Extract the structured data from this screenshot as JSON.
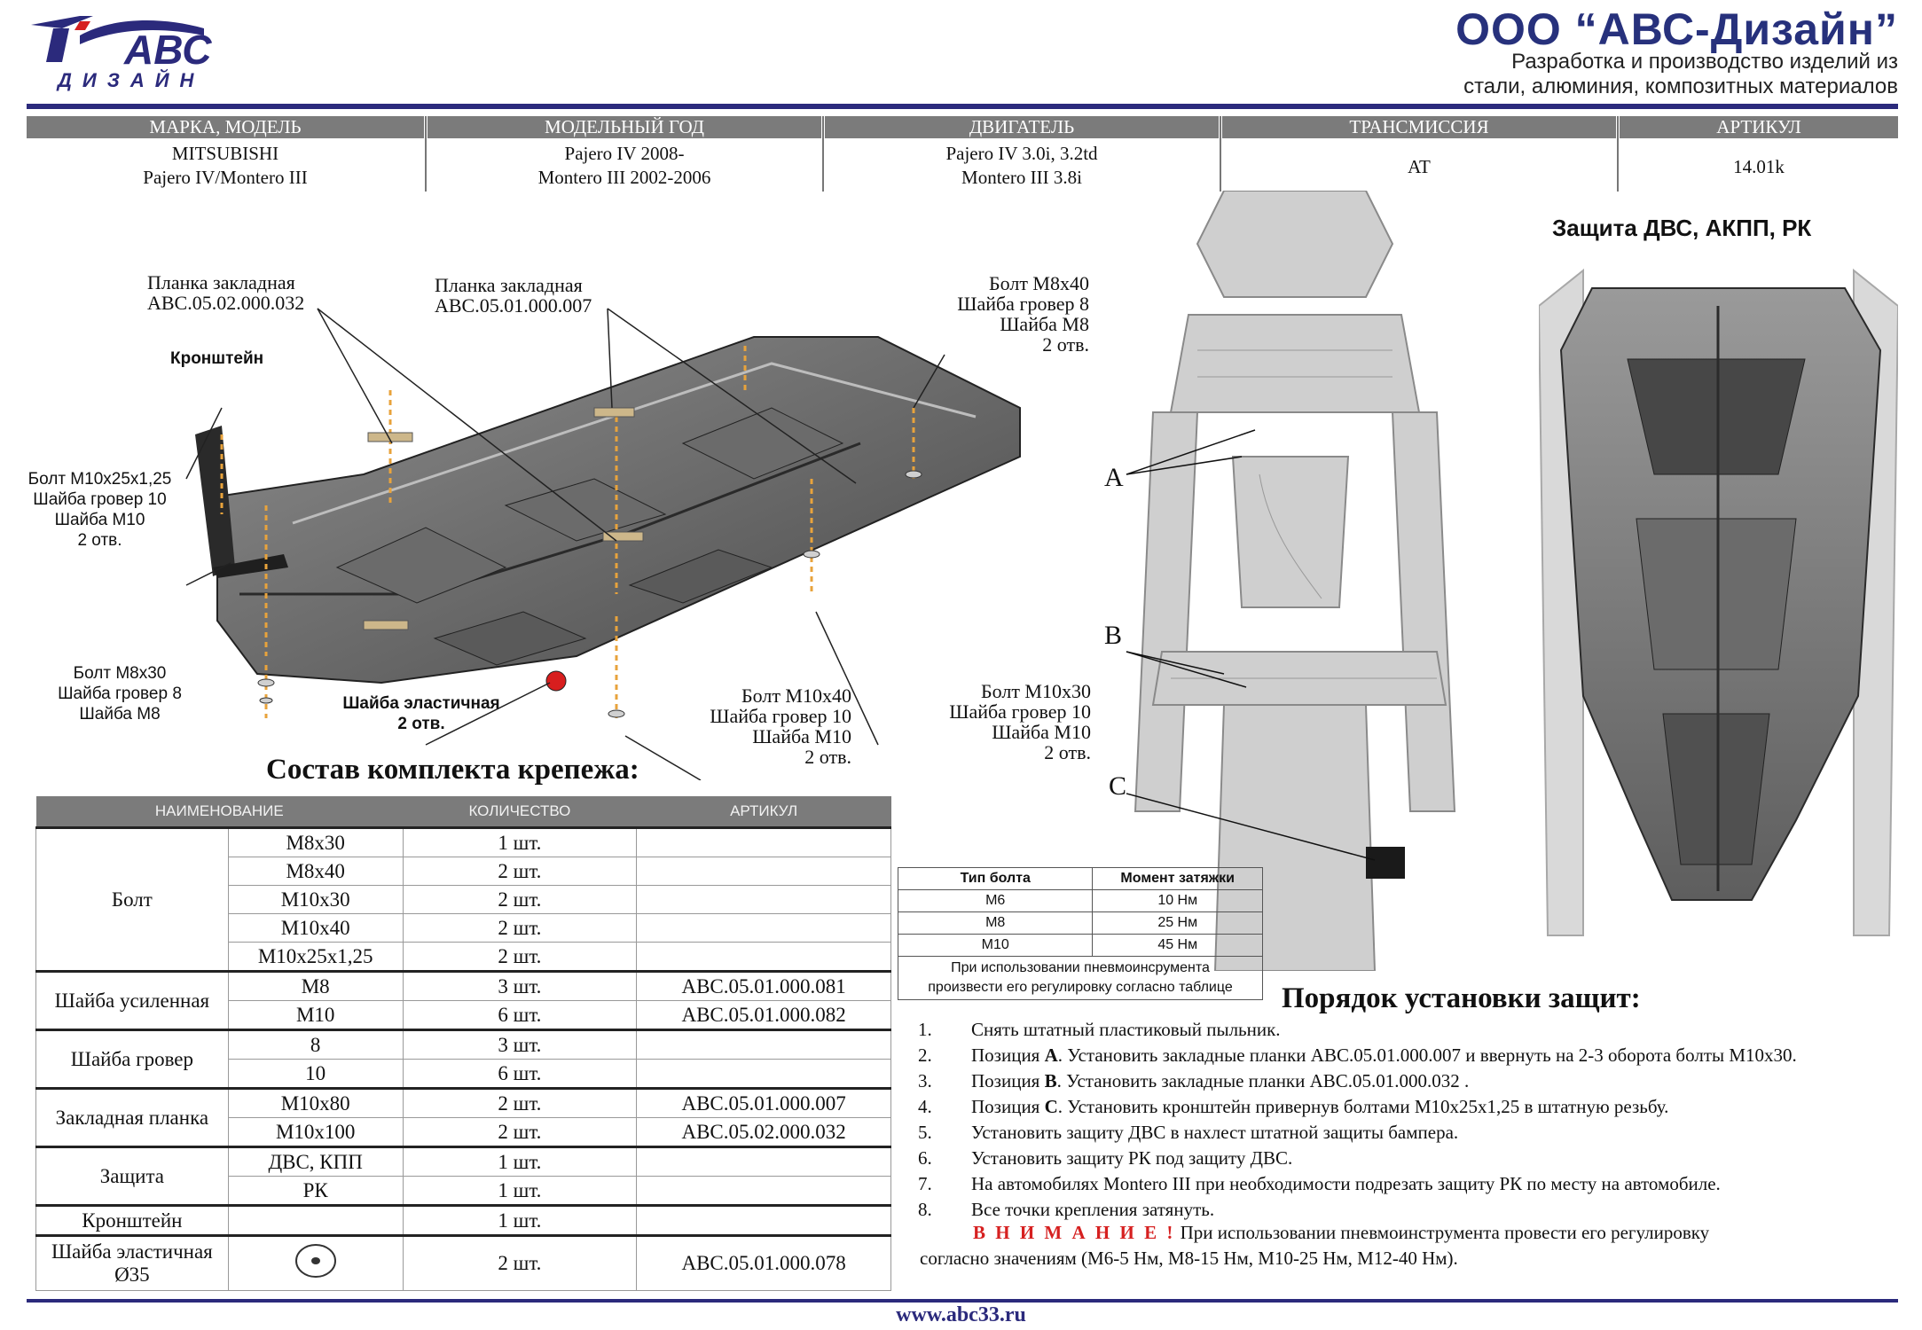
{
  "header": {
    "logo_main": "АВС",
    "logo_sub": "ДИЗАЙН",
    "company": "ООО “АВС-Дизайн”",
    "tagline_1": "Разработка и производство изделий из",
    "tagline_2": "стали, алюминия, композитных материалов",
    "brand_color": "#2b2a7c"
  },
  "info_table": {
    "headers": [
      "МАРКА, МОДЕЛЬ",
      "МОДЕЛЬНЫЙ ГОД",
      "ДВИГАТЕЛЬ",
      "ТРАНСМИССИЯ",
      "АРТИКУЛ"
    ],
    "model_1": "MITSUBISHI",
    "model_2": "Pajero IV/Montero III",
    "year_1": "Pajero IV 2008-",
    "year_2": "Montero III 2002-2006",
    "engine_1": "Pajero IV 3.0i, 3.2td",
    "engine_2": "Montero III 3.8i",
    "transmission": "AT",
    "article": "14.01k"
  },
  "callouts": {
    "plank1_1": "Планка закладная",
    "plank1_2": "АВС.05.02.000.032",
    "plank2_1": "Планка закладная",
    "plank2_2": "АВС.05.01.000.007",
    "bolt_m8x40_1": "Болт М8х40",
    "bolt_m8x40_2": "Шайба гровер 8",
    "bolt_m8x40_3": "Шайба М8",
    "bolt_m8x40_4": "2 отв.",
    "bracket": "Кронштейн",
    "bolt_m10x25_1": "Болт М10х25х1,25",
    "bolt_m10x25_2": "Шайба гровер 10",
    "bolt_m10x25_3": "Шайба М10",
    "bolt_m10x25_4": "2 отв.",
    "bolt_m8x30_1": "Болт М8х30",
    "bolt_m8x30_2": "Шайба гровер 8",
    "bolt_m8x30_3": "Шайба М8",
    "elastic_1": "Шайба эластичная",
    "elastic_2": "2 отв.",
    "bolt_m10x40_1": "Болт М10х40",
    "bolt_m10x40_2": "Шайба гровер 10",
    "bolt_m10x40_3": "Шайба М10",
    "bolt_m10x40_4": "2 отв.",
    "bolt_m10x30_1": "Болт М10х30",
    "bolt_m10x30_2": "Шайба гровер 10",
    "bolt_m10x30_3": "Шайба М10",
    "bolt_m10x30_4": "2 отв."
  },
  "kit": {
    "title": "Состав комплекта крепежа:",
    "headers": [
      "НАИМЕНОВАНИЕ",
      "КОЛИЧЕСТВО",
      "АРТИКУЛ"
    ],
    "groups": {
      "bolt": "Болт",
      "washer_reinforced": "Шайба усиленная",
      "washer_grover": "Шайба гровер",
      "plank": "Закладная планка",
      "protection": "Защита",
      "bracket": "Кронштейн",
      "elastic_1": "Шайба эластичная",
      "elastic_2": "Ø35"
    },
    "rows": [
      {
        "size": "М8х30",
        "qty": "1 шт.",
        "art": ""
      },
      {
        "size": "М8х40",
        "qty": "2 шт.",
        "art": ""
      },
      {
        "size": "М10х30",
        "qty": "2 шт.",
        "art": ""
      },
      {
        "size": "М10х40",
        "qty": "2 шт.",
        "art": ""
      },
      {
        "size": "М10х25х1,25",
        "qty": "2 шт.",
        "art": ""
      },
      {
        "size": "М8",
        "qty": "3 шт.",
        "art": "АВС.05.01.000.081"
      },
      {
        "size": "М10",
        "qty": "6 шт.",
        "art": "АВС.05.01.000.082"
      },
      {
        "size": "8",
        "qty": "3 шт.",
        "art": ""
      },
      {
        "size": "10",
        "qty": "6 шт.",
        "art": ""
      },
      {
        "size": "М10х80",
        "qty": "2 шт.",
        "art": "АВС.05.01.000.007"
      },
      {
        "size": "М10х100",
        "qty": "2 шт.",
        "art": "АВС.05.02.000.032"
      },
      {
        "size": "ДВС, КПП",
        "qty": "1 шт.",
        "art": ""
      },
      {
        "size": "РК",
        "qty": "1 шт.",
        "art": ""
      },
      {
        "size": "",
        "qty": "1 шт.",
        "art": ""
      },
      {
        "size": "",
        "qty": "2 шт.",
        "art": "АВС.05.01.000.078"
      }
    ]
  },
  "torque": {
    "headers": [
      "Тип болта",
      "Момент затяжки"
    ],
    "rows": [
      {
        "type": "М6",
        "value": "10 Нм"
      },
      {
        "type": "М8",
        "value": "25 Нм"
      },
      {
        "type": "М10",
        "value": "45 Нм"
      }
    ],
    "note_1": "При использовании пневмоинсрумента",
    "note_2": "произвести его регулировку согласно таблице"
  },
  "section_title": "Защита ДВС, АКПП, РК",
  "positions": {
    "a": "A",
    "b": "B",
    "c": "C"
  },
  "install": {
    "title": "Порядок установки защит:",
    "steps": [
      {
        "n": "1.",
        "text": "Снять штатный пластиковый пыльник."
      },
      {
        "n": "2.",
        "pre": "Позиция ",
        "bold": "А",
        "post": ". Установить закладные планки АВС.05.01.000.007  и  ввернуть на 2-3 оборота болты М10х30."
      },
      {
        "n": "3.",
        "pre": "Позиция ",
        "bold": "В",
        "post": ". Установить закладные планки АВС.05.01.000.032 ."
      },
      {
        "n": "4.",
        "pre": "Позиция ",
        "bold": "С",
        "post": ". Установить кронштейн привернув болтами М10х25х1,25 в штатную резьбу."
      },
      {
        "n": "5.",
        "text": "Установить защиту ДВС в нахлест штатной защиты бампера."
      },
      {
        "n": "6.",
        "text": "Установить защиту РК под защиту ДВС."
      },
      {
        "n": "7.",
        "text": "На автомобилях Montero III при необходимости подрезать защиту РК по месту на автомобиле."
      },
      {
        "n": "8.",
        "text": "Все точки крепления затянуть."
      }
    ],
    "warning_title": "В Н И М А Н И Е !",
    "warning_text": "  При использовании пневмоинструмента провести его регулировку",
    "warning_text_2": "согласно значениям (М6-5 Нм, М8-15 Нм, М10-25 Нм, М12-40 Нм).",
    "warning_color": "#d62020"
  },
  "footer": {
    "url": "www.abc33.ru"
  }
}
